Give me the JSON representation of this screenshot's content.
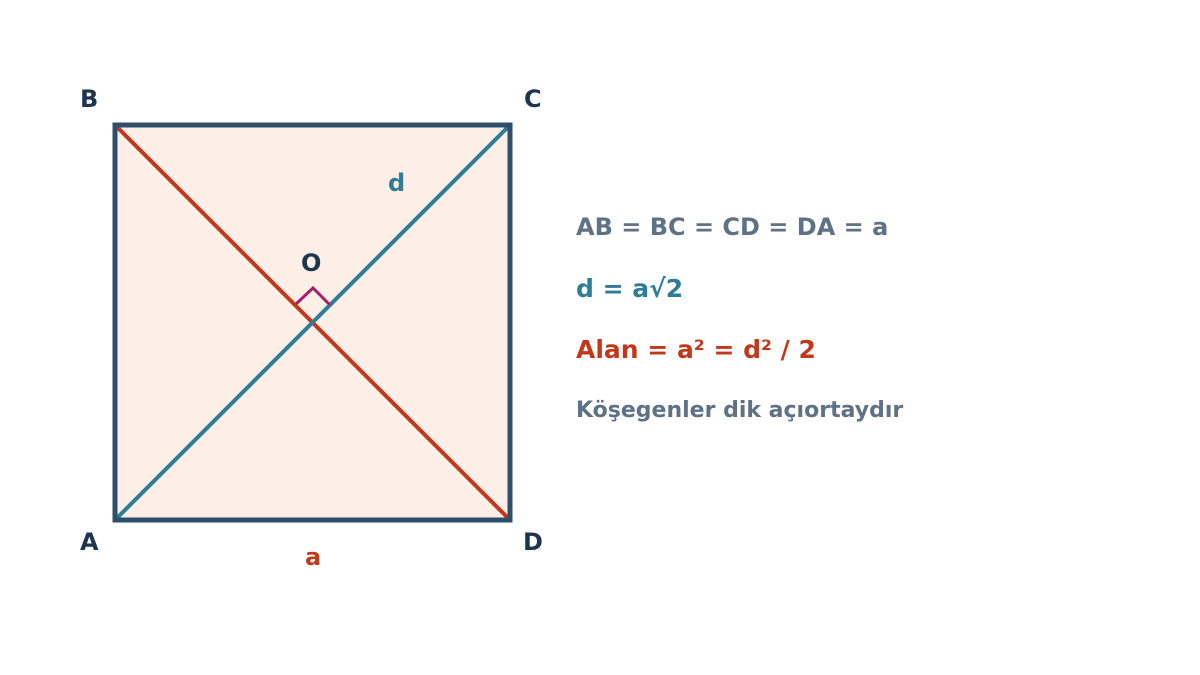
{
  "vertices": {
    "a_label": "A",
    "b_label": "B",
    "c_label": "C",
    "d_label": "D",
    "o_label": "O"
  },
  "side_label": "a",
  "diagonal_label": "d",
  "formulas": [
    {
      "text": "AB = BC = CD = DA = a",
      "color": "#5f7184"
    },
    {
      "text": "d = a√2",
      "color": "#2e7d97"
    },
    {
      "text": "Alan = a² = d² / 2",
      "color": "#c0391b"
    },
    {
      "text": "Köşegenler dik açıortaydır",
      "color": "#5f7184"
    }
  ],
  "colors": {
    "square_fill": "#fdeee8",
    "square_stroke": "#2d4f6c",
    "diagonal_ac": "#2e7d97",
    "diagonal_bd": "#c0391b",
    "right_angle_marker": "#a3216b",
    "vertex_label": "#1e3550",
    "side_label": "#c0391b",
    "diagonal_label": "#2e7d97"
  }
}
